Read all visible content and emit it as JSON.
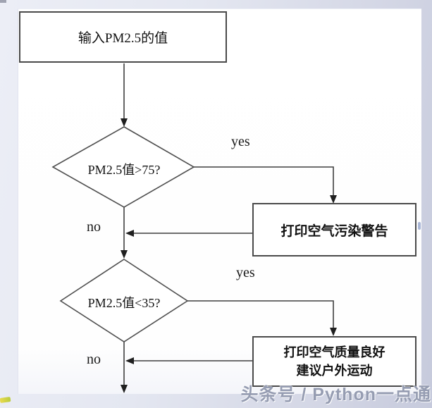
{
  "flowchart": {
    "start": {
      "label": "输入PM2.5的值"
    },
    "decision1": {
      "label": "PM2.5值>75?",
      "yes_label": "yes",
      "no_label": "no"
    },
    "action_warning": {
      "label": "打印空气污染警告"
    },
    "decision2": {
      "label": "PM2.5值<35?",
      "yes_label": "yes",
      "no_label": "no"
    },
    "action_good": {
      "line1": "打印空气质量良好",
      "line2": "建议户外运动"
    }
  },
  "watermark": {
    "text": "头条号 / Python一点通"
  },
  "colors": {
    "connector": "#3f3f3f",
    "arrowhead": "#1f1f1f",
    "node_border": "#4a4a4a",
    "node_fill": "#ffffff",
    "text": "#111111",
    "background_light": "#eceef6",
    "background_dark": "#c6cadc",
    "canvas": "#ffffff",
    "watermark_gray": "#969db2"
  }
}
